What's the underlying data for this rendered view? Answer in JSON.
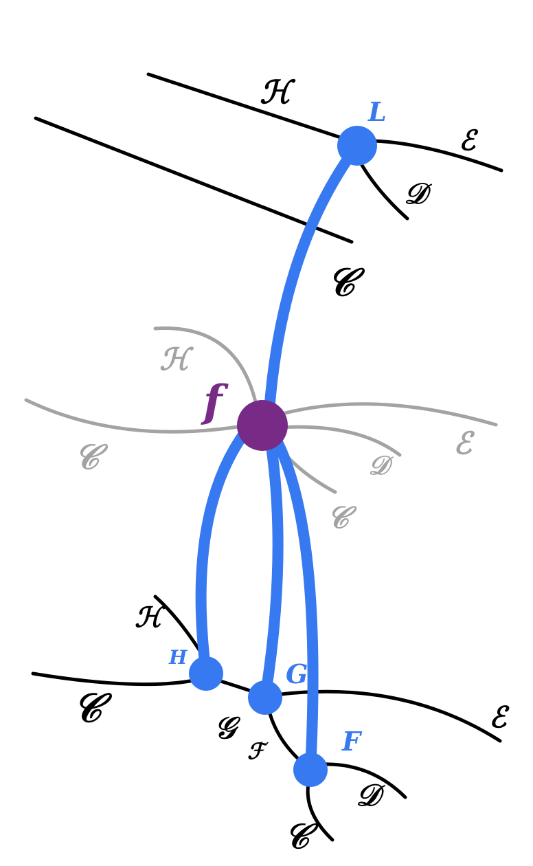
{
  "colors": {
    "background": "#ffffff",
    "black_curve": "#000000",
    "gray_curve": "#a3a3a3",
    "blue_path": "#3779f0",
    "purple_node": "#772a86"
  },
  "labels": {
    "top_H": "ℋ",
    "top_E": "ℰ",
    "top_D": "𝒟",
    "top_C": "𝒞",
    "top_L": "L",
    "mid_f": "f",
    "mid_H": "ℋ",
    "mid_C": "𝒞",
    "mid_E": "ℰ",
    "mid_D": "𝒟",
    "mid_C2": "𝒞",
    "bot_H": "ℋ",
    "bot_Hnode": "H",
    "bot_C": "𝒞",
    "bot_G": "𝒢",
    "bot_Gnode": "G",
    "bot_F": "ℱ",
    "bot_Fnode": "F",
    "bot_E": "ℰ",
    "bot_D": "𝒟",
    "bot_C2": "𝒞"
  }
}
